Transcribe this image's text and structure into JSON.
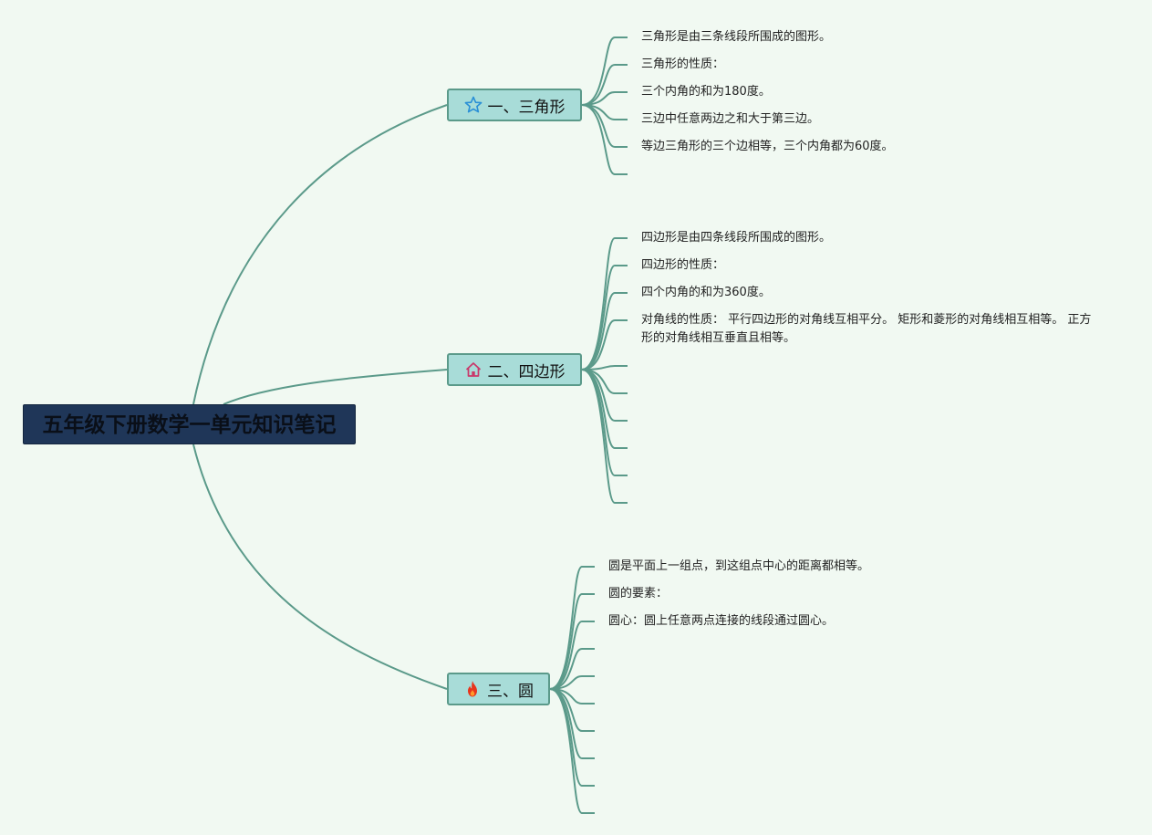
{
  "root": {
    "title": "五年级下册数学一单元知识笔记"
  },
  "colors": {
    "connector": "#5b9a8a",
    "root_bg": "#1f3658",
    "branch_bg": "#a8dcd8",
    "background": "#f1f9f2"
  },
  "branches": [
    {
      "label": "一、三角形",
      "icon": "star-icon",
      "leaves": [
        "三角形是由三条线段所围成的图形。",
        "三角形的性质：",
        "三个内角的和为180度。",
        "三边中任意两边之和大于第三边。",
        "等边三角形的三个边相等，三个内角都为60度。",
        ""
      ]
    },
    {
      "label": "二、四边形",
      "icon": "house-icon",
      "leaves": [
        "四边形是由四条线段所围成的图形。",
        "四边形的性质：",
        "四个内角的和为360度。",
        "对角线的性质： 平行四边形的对角线互相平分。 矩形和菱形的对角线相互相等。 正方形的对角线相互垂直且相等。",
        "",
        "",
        "",
        "",
        "",
        ""
      ]
    },
    {
      "label": "三、圆",
      "icon": "fire-icon",
      "leaves": [
        "圆是平面上一组点，到这组点中心的距离都相等。",
        "圆的要素：",
        "圆心：圆上任意两点连接的线段通过圆心。",
        "",
        "",
        "",
        "",
        "",
        "",
        ""
      ]
    }
  ]
}
